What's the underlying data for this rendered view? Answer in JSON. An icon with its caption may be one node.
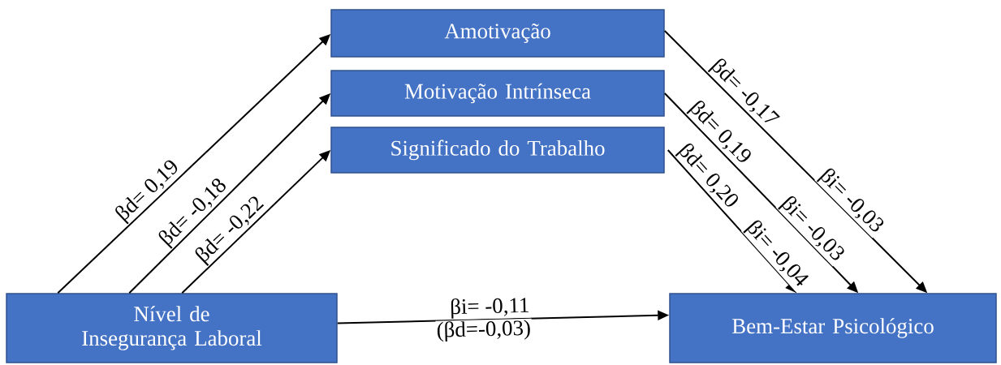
{
  "diagram": {
    "nodes": [
      {
        "text": [
          "Amotivação"
        ]
      },
      {
        "text": [
          "Motivação Intrínseca"
        ]
      },
      {
        "text": [
          "Significado do Trabalho"
        ]
      },
      {
        "text": [
          "Nível de Insegurança Laboral"
        ]
      },
      {
        "text": [
          "Bem-Estar Psicológico"
        ]
      }
    ],
    "edges": [
      {
        "from": 3,
        "to": 0,
        "arrow": "to",
        "label": "βd= 0,19"
      },
      {
        "from": 3,
        "to": 1,
        "arrow": "to",
        "label": "βd= -0,18"
      },
      {
        "from": 3,
        "to": 2,
        "arrow": "to",
        "label": "βd= -0,22"
      },
      {
        "from": 0,
        "to": 4,
        "arrow": "to",
        "label": "βd= -0,17"
      },
      {
        "from": 1,
        "to": 4,
        "arrow": "to",
        "label": "βd= 0,19"
      },
      {
        "from": 2,
        "to": 4,
        "arrow": "to",
        "label": "βd= 0,20"
      },
      {
        "from": 3,
        "to": 4,
        "arrow": "to",
        "label": "βi= -0,11"
      }
    ],
    "labels": [
      "βi= -0,03",
      "βi= -0,03",
      "βi= -0,04",
      "(βd=-0,03)"
    ]
  }
}
